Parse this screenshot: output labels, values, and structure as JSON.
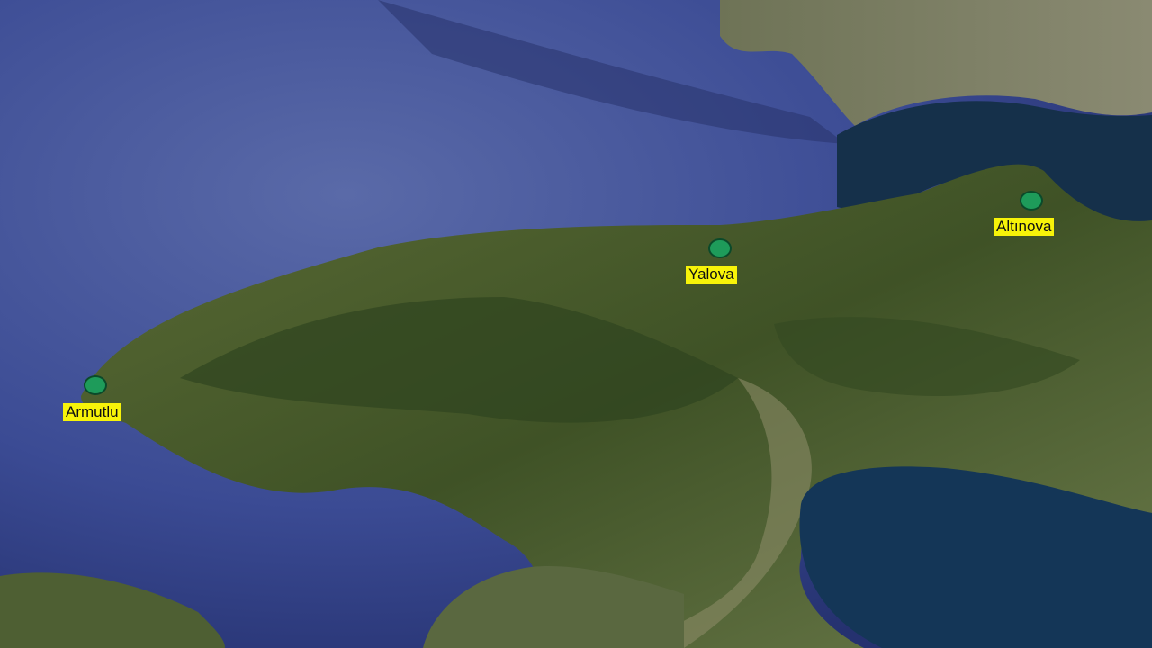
{
  "colors": {
    "marker_fill": "#1e9b5a",
    "marker_stroke": "#0b4a2a",
    "label_background": "#f7f309",
    "label_text": "#111111",
    "sea": "#2f3f86",
    "land": "#4c5e2d"
  },
  "places": [
    {
      "id": "armutlu",
      "name": "Armutlu"
    },
    {
      "id": "yalova",
      "name": "Yalova"
    },
    {
      "id": "altinova",
      "name": "Altınova"
    }
  ]
}
